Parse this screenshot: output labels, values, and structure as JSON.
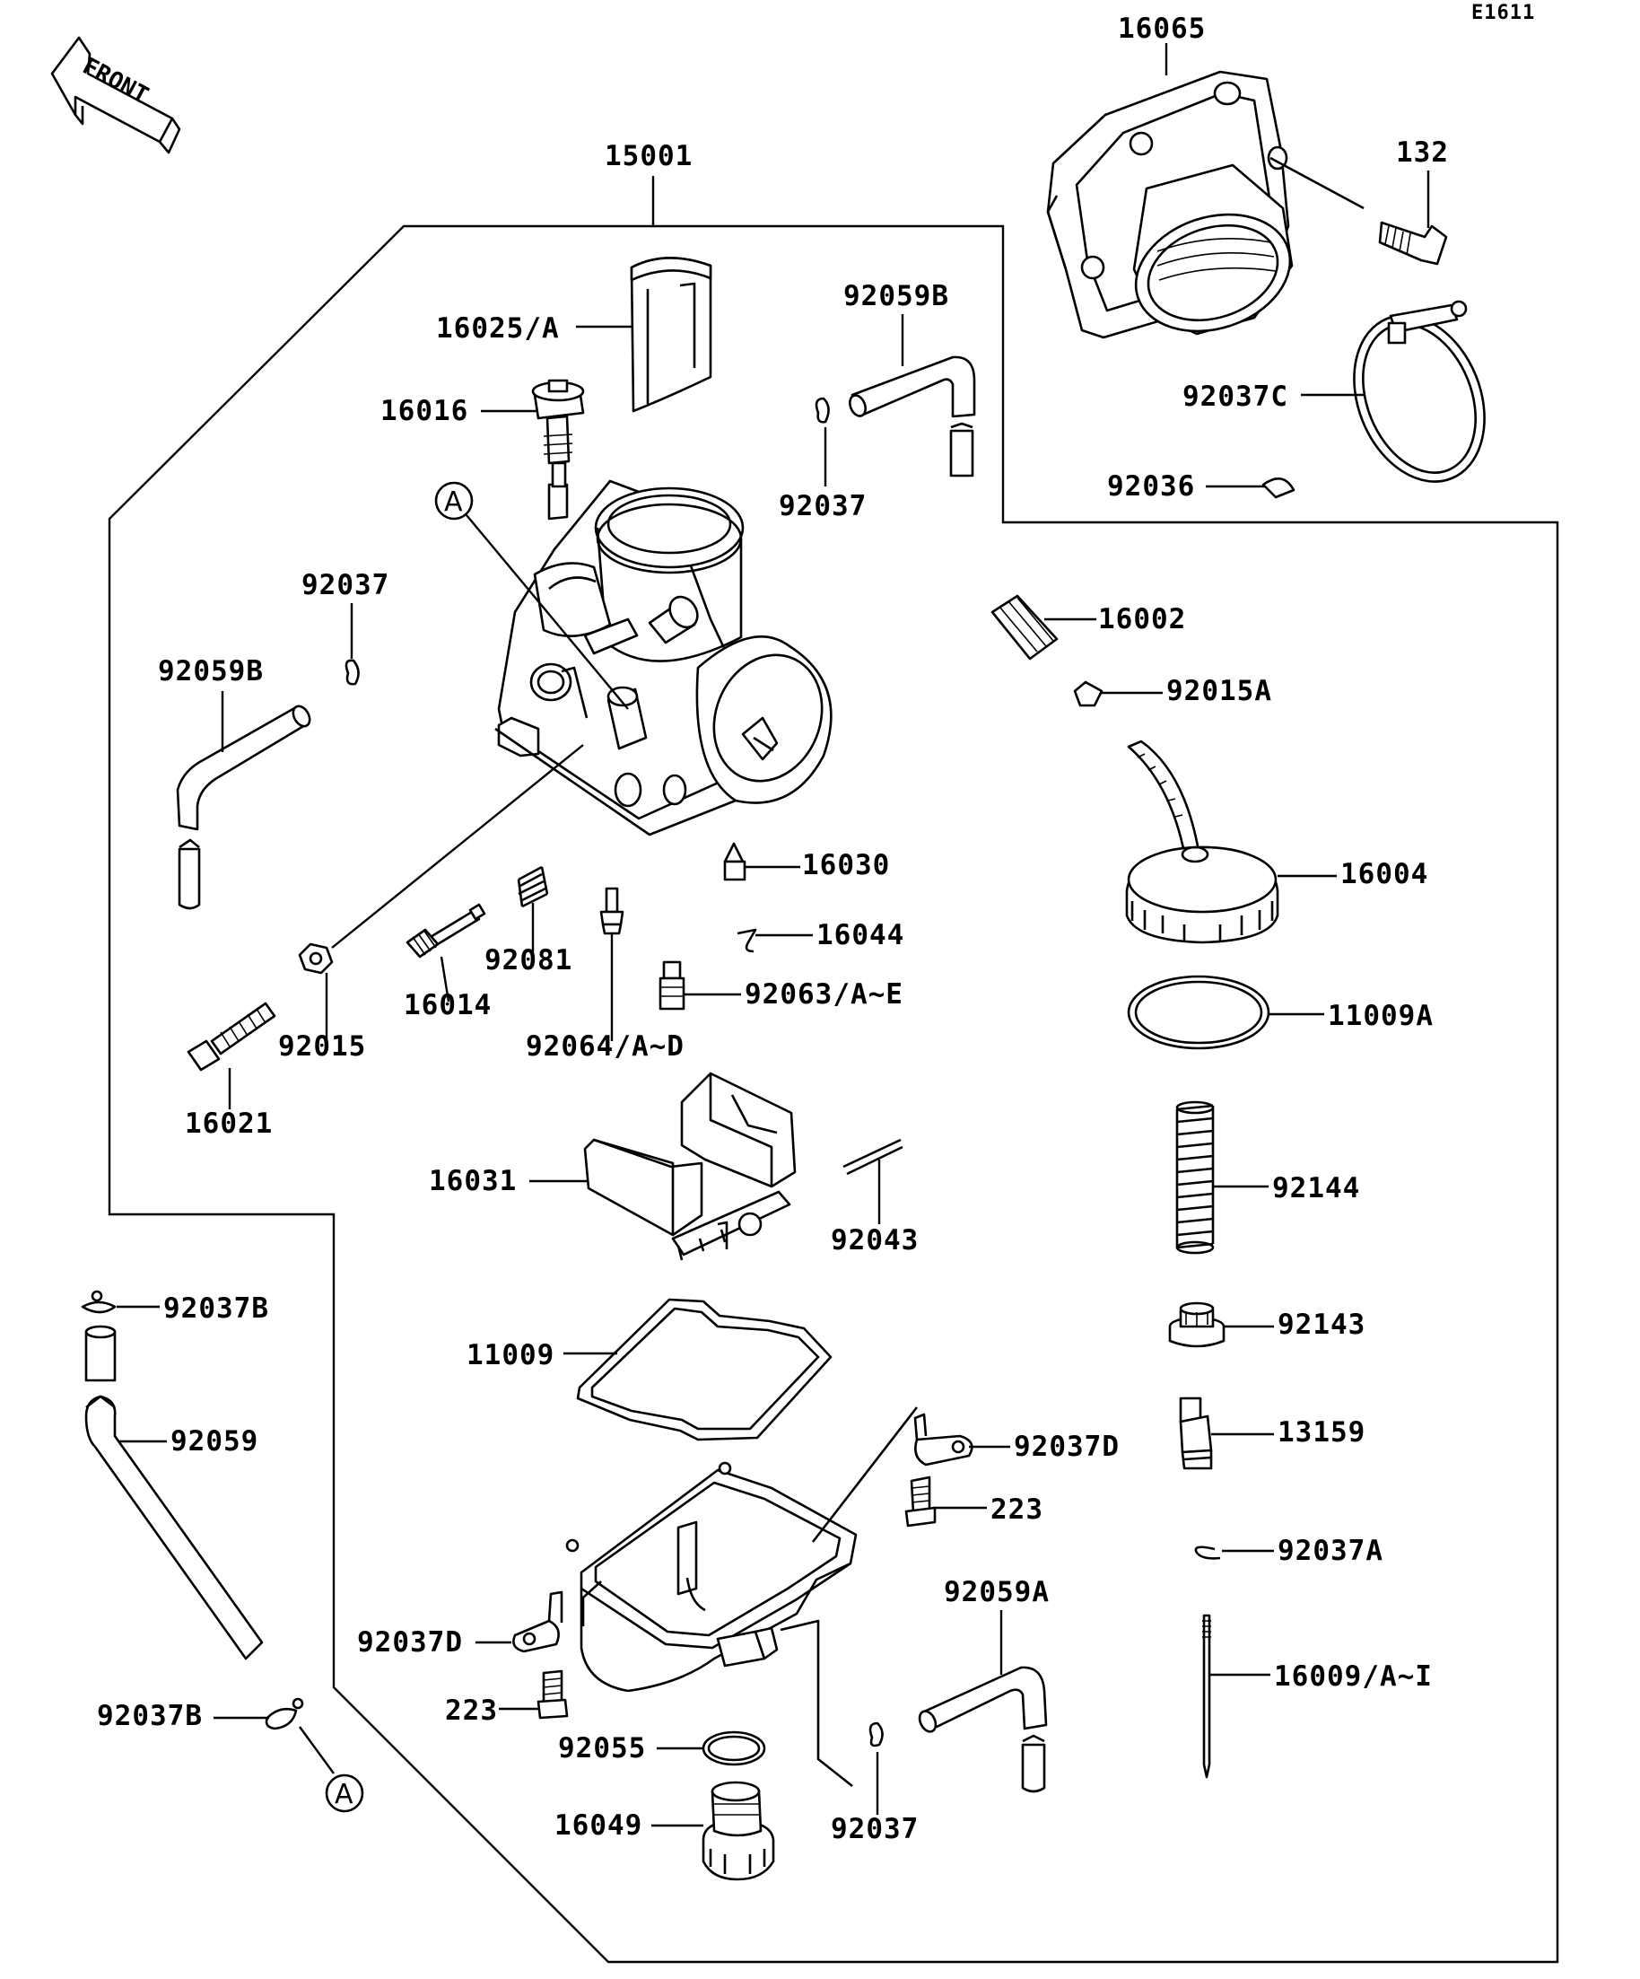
{
  "diagram_code": "E1611",
  "front_label": "FRONT",
  "ref_marker": "A",
  "labels": {
    "p16065": "16065",
    "p132": "132",
    "p15001": "15001",
    "p16025": "16025/A",
    "p92059B_top": "92059B",
    "p16016": "16016",
    "p92037_top": "92037",
    "p92037C": "92037C",
    "p92036": "92036",
    "p92037_left": "92037",
    "p92059B_left": "92059B",
    "p16002": "16002",
    "p92015A": "92015A",
    "p16030": "16030",
    "p16004": "16004",
    "p16044": "16044",
    "p92081": "92081",
    "p16014": "16014",
    "p92063": "92063/A~E",
    "p11009A": "11009A",
    "p92015": "92015",
    "p92064": "92064/A~D",
    "p16021": "16021",
    "p16031": "16031",
    "p92144": "92144",
    "p92043": "92043",
    "p92037B_top": "92037B",
    "p11009": "11009",
    "p92143": "92143",
    "p92059": "92059",
    "p92037D_right": "92037D",
    "p13159": "13159",
    "p223_right": "223",
    "p92037A": "92037A",
    "p92059A": "92059A",
    "p92037D_left": "92037D",
    "p16009": "16009/A~I",
    "p223_left": "223",
    "p92037B_bottom": "92037B",
    "p92055": "92055",
    "p16049": "16049",
    "p92037_bottom": "92037"
  }
}
